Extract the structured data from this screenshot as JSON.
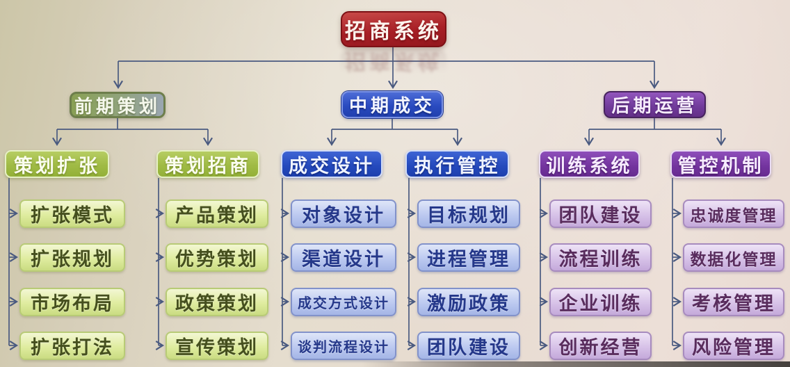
{
  "root": {
    "label": "招商系统"
  },
  "phases": [
    {
      "label": "前期策划",
      "sections": [
        {
          "label": "策划扩张",
          "items": [
            "扩张模式",
            "扩张规划",
            "市场布局",
            "扩张打法"
          ]
        },
        {
          "label": "策划招商",
          "items": [
            "产品策划",
            "优势策划",
            "政策策划",
            "宣传策划"
          ]
        }
      ]
    },
    {
      "label": "中期成交",
      "sections": [
        {
          "label": "成交设计",
          "items": [
            "对象设计",
            "渠道设计",
            "成交方式设计",
            "谈判流程设计"
          ]
        },
        {
          "label": "执行管控",
          "items": [
            "目标规划",
            "进程管理",
            "激励政策",
            "团队建设"
          ]
        }
      ]
    },
    {
      "label": "后期运营",
      "sections": [
        {
          "label": "训练系统",
          "items": [
            "团队建设",
            "流程训练",
            "企业训练",
            "创新经营"
          ]
        },
        {
          "label": "管控机制",
          "items": [
            "忠诚度管理",
            "数据化管理",
            "考核管理",
            "风险管理"
          ]
        }
      ]
    }
  ],
  "colors": {
    "root_box": "#a81f26",
    "phase_early_box": "#8da05a",
    "phase_mid_box": "#2a4bc0",
    "phase_late_box": "#703a9a",
    "section_green_box": "#a0bb45",
    "section_blue_box": "#2449bc",
    "section_purple_box": "#73349e",
    "leaf_green_box": "#dfec9f",
    "leaf_blue_box": "#bcc9f0",
    "leaf_purple_box": "#d7c2e8",
    "connector": "#4a5a80",
    "background": "#e5ddce"
  }
}
